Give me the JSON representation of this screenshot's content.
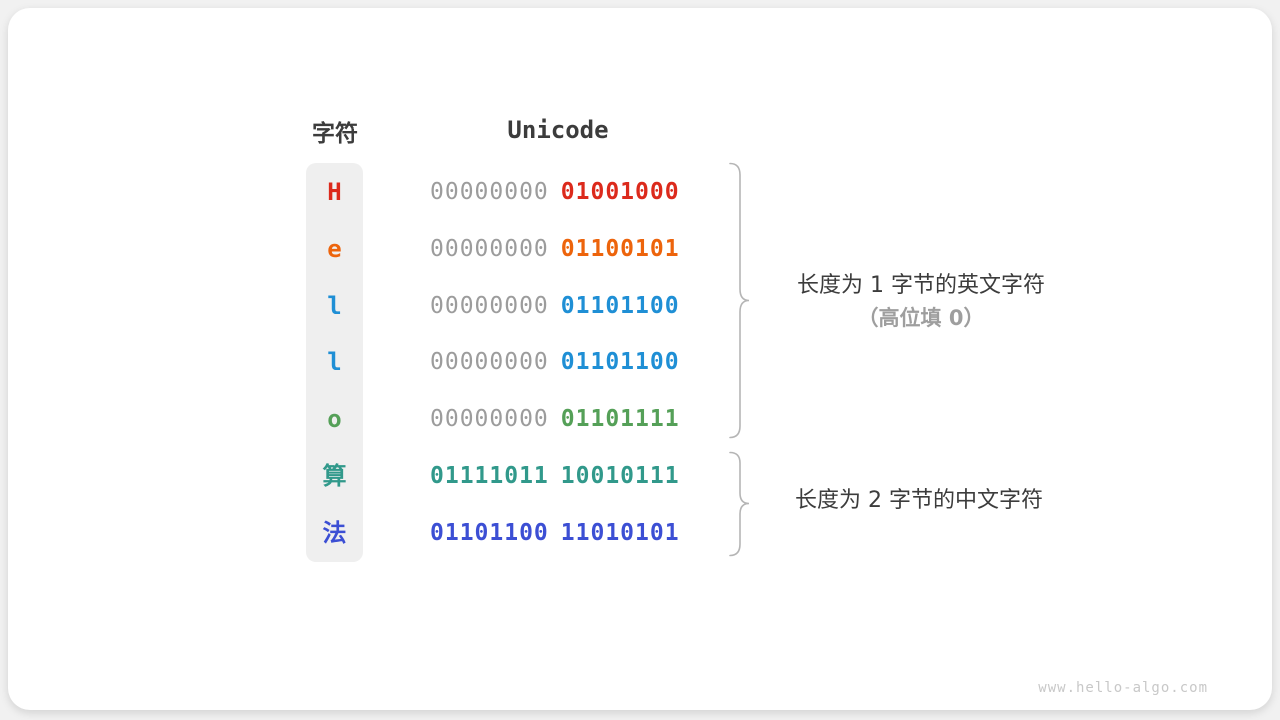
{
  "table": {
    "headers": {
      "char": "字符",
      "unicode": "Unicode"
    },
    "rows": [
      {
        "char": "H",
        "byte1": "00000000",
        "byte2": "01001000",
        "char_color": "#dc2a1c",
        "byte1_color": "#9c9c9c",
        "byte2_color": "#dc2a1c"
      },
      {
        "char": "e",
        "byte1": "00000000",
        "byte2": "01100101",
        "char_color": "#ed640c",
        "byte1_color": "#9c9c9c",
        "byte2_color": "#ed640c"
      },
      {
        "char": "l",
        "byte1": "00000000",
        "byte2": "01101100",
        "char_color": "#1f8fd5",
        "byte1_color": "#9c9c9c",
        "byte2_color": "#1f8fd5"
      },
      {
        "char": "l",
        "byte1": "00000000",
        "byte2": "01101100",
        "char_color": "#1f8fd5",
        "byte1_color": "#9c9c9c",
        "byte2_color": "#1f8fd5"
      },
      {
        "char": "o",
        "byte1": "00000000",
        "byte2": "01101111",
        "char_color": "#55a058",
        "byte1_color": "#9c9c9c",
        "byte2_color": "#55a058"
      },
      {
        "char": "算",
        "byte1": "01111011",
        "byte2": "10010111",
        "char_color": "#31998b",
        "byte1_color": "#31998b",
        "byte2_color": "#31998b"
      },
      {
        "char": "法",
        "byte1": "01101100",
        "byte2": "11010101",
        "char_color": "#3c4fd4",
        "byte1_color": "#3c4fd4",
        "byte2_color": "#3c4fd4"
      }
    ]
  },
  "annotations": {
    "english": {
      "line1": "长度为 1 字节的英文字符",
      "line2": "（高位填 0）"
    },
    "chinese": {
      "line1": "长度为 2 字节的中文字符"
    }
  },
  "watermark": "www.hello-algo.com",
  "colors": {
    "page_bg": "#f1f1f1",
    "card_bg": "#ffffff",
    "column_bg": "#efefef",
    "header_text": "#3c3c3c",
    "gray_bits": "#9c9c9c",
    "brace": "#b5b5b5",
    "annotation_text": "#3c3c3c",
    "annotation_muted": "#9e9e9e",
    "watermark_text": "#c8c8c8"
  }
}
